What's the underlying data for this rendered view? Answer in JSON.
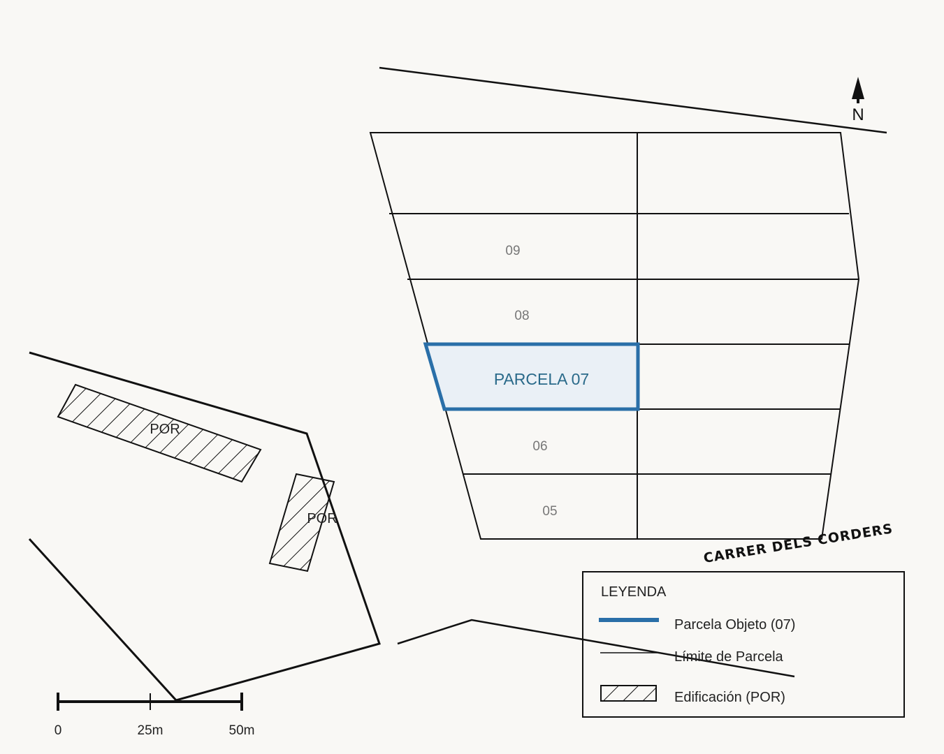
{
  "map": {
    "north_label": "N",
    "plots": [
      {
        "id": "09",
        "label": "09"
      },
      {
        "id": "08",
        "label": "08"
      },
      {
        "id": "07",
        "label": "PARCELA 07",
        "highlighted": true
      },
      {
        "id": "06",
        "label": "06"
      },
      {
        "id": "05",
        "label": "05"
      }
    ],
    "buildings": [
      {
        "label": "POR"
      },
      {
        "label": "POR"
      }
    ],
    "street": "CARRER DELS CORDERS",
    "colors": {
      "background": "#f9f8f5",
      "highlight_stroke": "#2a6fa8",
      "highlight_fill": "#eaf0f6",
      "highlight_text": "#2a6a8a",
      "line": "#111111"
    }
  },
  "legend": {
    "title": "LEYENDA",
    "items": [
      {
        "symbol": "blue-thick-line",
        "label": "Parcela Objeto (07)"
      },
      {
        "symbol": "thin-line",
        "label": "Límite de Parcela"
      },
      {
        "symbol": "hatch-box",
        "label": "Edificación (POR)"
      }
    ]
  },
  "scale_bar": {
    "ticks": [
      "0",
      "25m",
      "50m"
    ]
  }
}
